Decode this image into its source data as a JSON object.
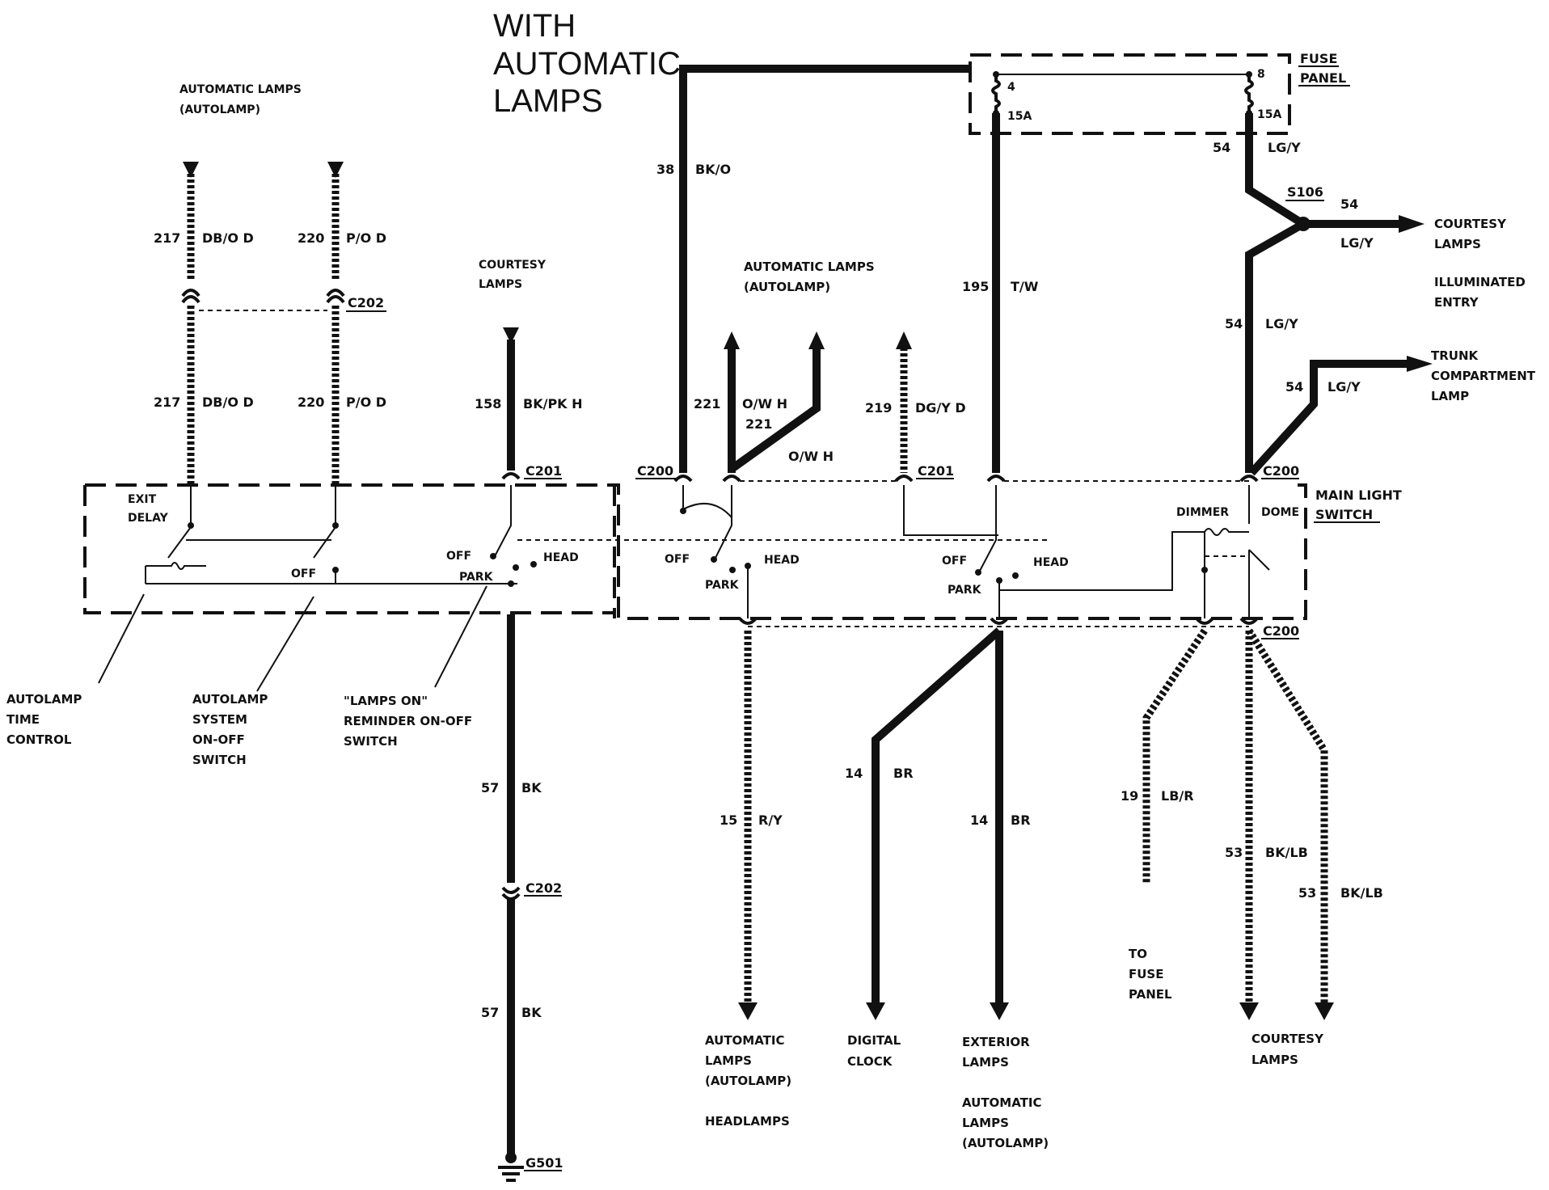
{
  "title": {
    "line1": "WITH",
    "line2": "AUTOMATIC",
    "line3": "LAMPS"
  },
  "top_labels": {
    "autolamp_line1": "AUTOMATIC LAMPS",
    "autolamp_line2": "(AUTOLAMP)",
    "courtesy_line1": "COURTESY",
    "courtesy_line2": "LAMPS",
    "auto_mid_line1": "AUTOMATIC LAMPS",
    "auto_mid_line2": "(AUTOLAMP)",
    "fuse_panel_line1": "FUSE",
    "fuse_panel_line2": "PANEL",
    "main_switch_line1": "MAIN LIGHT",
    "main_switch_line2": "SWITCH"
  },
  "wires": {
    "w217a_num": "217",
    "w217a_col": "DB/O D",
    "w220a_num": "220",
    "w220a_col": "P/O D",
    "w217b_num": "217",
    "w217b_col": "DB/O D",
    "w220b_num": "220",
    "w220b_col": "P/O D",
    "w158_num": "158",
    "w158_col": "BK/PK H",
    "w38_num": "38",
    "w38_col": "BK/O",
    "w221_num": "221",
    "w221_col": "O/W H",
    "w221b_num": "221",
    "w221b_col": "O/W H",
    "w219_num": "219",
    "w219_col": "DG/Y D",
    "w195_num": "195",
    "w195_col": "T/W",
    "w54a_num": "54",
    "w54a_col": "LG/Y",
    "w54b_num": "54",
    "w54b_col": "LG/Y",
    "w54c_num": "54",
    "w54c_col": "LG/Y",
    "w54d_num": "54",
    "w54d_col": "LG/Y",
    "w57a_num": "57",
    "w57a_col": "BK",
    "w57b_num": "57",
    "w57b_col": "BK",
    "w15_num": "15",
    "w15_col": "R/Y",
    "w14a_num": "14",
    "w14a_col": "BR",
    "w14b_num": "14",
    "w14b_col": "BR",
    "w19_num": "19",
    "w19_col": "LB/R",
    "w53a_num": "53",
    "w53a_col": "BK/LB",
    "w53b_num": "53",
    "w53b_col": "BK/LB"
  },
  "fuses": {
    "f4_num": "4",
    "f4_amp": "15A",
    "f8_num": "8",
    "f8_amp": "15A"
  },
  "connectors": {
    "c202_top": "C202",
    "c201_left": "C201",
    "c200_left": "C200",
    "c201_mid": "C201",
    "c200_right_top": "C200",
    "c200_bottom": "C200",
    "c202_bottom": "C202",
    "s106": "S106",
    "g501": "G501"
  },
  "switch_labels": {
    "exit_delay_line1": "EXIT",
    "exit_delay_line2": "DELAY",
    "off1": "OFF",
    "off2": "OFF",
    "park2": "PARK",
    "head2": "HEAD",
    "off3": "OFF",
    "park3": "PARK",
    "head3": "HEAD",
    "off4": "OFF",
    "park4": "PARK",
    "head4": "HEAD",
    "dimmer": "DIMMER",
    "dome": "DOME"
  },
  "right_labels": {
    "courtesy_line1": "COURTESY",
    "courtesy_line2": "LAMPS",
    "illum_line1": "ILLUMINATED",
    "illum_line2": "ENTRY",
    "trunk_line1": "TRUNK",
    "trunk_line2": "COMPARTMENT",
    "trunk_line3": "LAMP"
  },
  "callouts": {
    "time_line1": "AUTOLAMP",
    "time_line2": "TIME",
    "time_line3": "CONTROL",
    "sys_line1": "AUTOLAMP",
    "sys_line2": "SYSTEM",
    "sys_line3": "ON-OFF",
    "sys_line4": "SWITCH",
    "rem_line1": "\"LAMPS ON\"",
    "rem_line2": "REMINDER ON-OFF",
    "rem_line3": "SWITCH"
  },
  "bottom_labels": {
    "auto_line1": "AUTOMATIC",
    "auto_line2": "LAMPS",
    "auto_line3": "(AUTOLAMP)",
    "auto_line4": "HEADLAMPS",
    "clock_line1": "DIGITAL",
    "clock_line2": "CLOCK",
    "ext_line1": "EXTERIOR",
    "ext_line2": "LAMPS",
    "ext_line3": "AUTOMATIC",
    "ext_line4": "LAMPS",
    "ext_line5": "(AUTOLAMP)",
    "fuse_line1": "TO",
    "fuse_line2": "FUSE",
    "fuse_line3": "PANEL",
    "court_line1": "COURTESY",
    "court_line2": "LAMPS"
  }
}
